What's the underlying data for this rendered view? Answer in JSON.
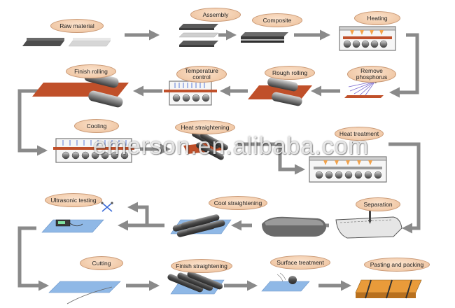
{
  "steps": {
    "raw_material": "Raw material",
    "assembly": "Assembly",
    "composite": "Composite",
    "heating": "Heating",
    "remove_phosphorus": "Remove phosphorus",
    "rough_rolling": "Rough rolling",
    "temperature_control": "Temperature control",
    "finish_rolling": "Finish rolling",
    "cooling": "Cooling",
    "heat_straightening": "Heat straightening",
    "heat_treatment": "Heat treatment",
    "separation": "Separation",
    "cool_straightening": "Cool straightening",
    "ultrasonic_testing": "Ultrasonic testing",
    "cutting": "Cutting",
    "finish_straightening": "Finish straightening",
    "surface_treatment": "Surface treatment",
    "pasting_and_packing": "Pasting and packing"
  },
  "watermark": "emerson.en.alibaba.com",
  "colors": {
    "arrow": "#8a8a8a",
    "label_fill": "#f3cdb0",
    "label_border": "#c99874",
    "steel_dark": "#4a4a4a",
    "steel_light": "#c8c8c8",
    "hot_plate": "#c0502a",
    "roller": "#7a7a7a",
    "blue_plate": "#8fb8e6",
    "orange_pack": "#e99b3a"
  }
}
